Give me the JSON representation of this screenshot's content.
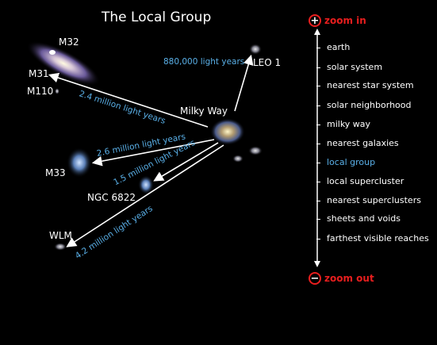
{
  "title": "The Local Group",
  "galaxies": {
    "m32": "M32",
    "m31": "M31",
    "m110": "M110",
    "leo1": "LEO 1",
    "milky_way": "Milky Way",
    "m33": "M33",
    "ngc6822": "NGC 6822",
    "wlm": "WLM"
  },
  "distances": {
    "leo1": "880,000 light years",
    "m31": "2.4 million light years",
    "m33": "2.6 million light years",
    "ngc6822": "1.5 million light years",
    "wlm": "4.2 million light years"
  },
  "zoom": {
    "in_label": "zoom in",
    "out_label": "zoom out"
  },
  "menu": [
    {
      "label": "earth"
    },
    {
      "label": "solar system"
    },
    {
      "label": "nearest star system"
    },
    {
      "label": "solar neighborhood"
    },
    {
      "label": "milky way"
    },
    {
      "label": "nearest galaxies"
    },
    {
      "label": "local group",
      "active": true
    },
    {
      "label": "local supercluster"
    },
    {
      "label": "nearest superclusters"
    },
    {
      "label": "sheets and voids"
    },
    {
      "label": "farthest visible reaches"
    }
  ],
  "colors": {
    "accent_blue": "#5ab0e8",
    "zoom_red": "#e81e1e"
  }
}
